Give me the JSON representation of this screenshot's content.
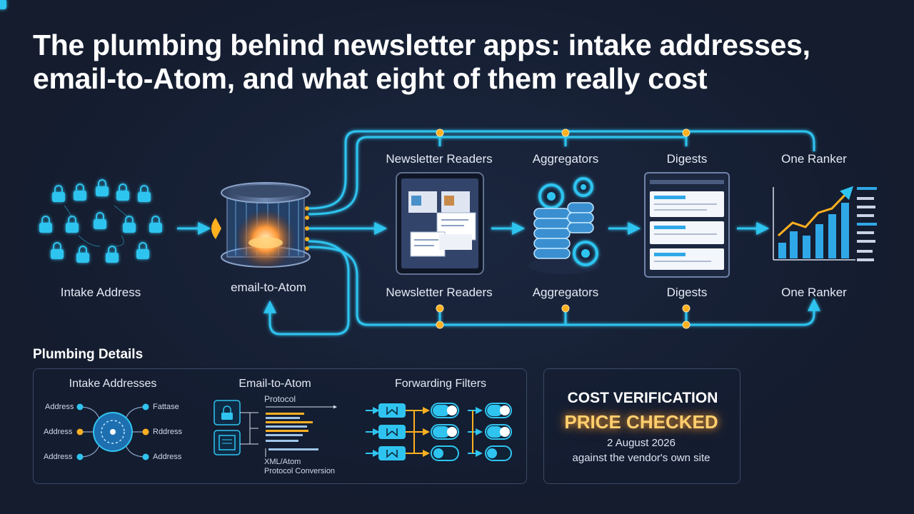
{
  "title": "The plumbing behind newsletter apps: intake addresses, email-to-Atom, and what eight of them really cost",
  "pipeline": {
    "intake_label": "Intake Address",
    "email_to_atom_label": "email-to-Atom",
    "top_labels": [
      "Newsletter Readers",
      "Aggregators",
      "Digests",
      "One Ranker"
    ],
    "bottom_labels": [
      "Newsletter Readers",
      "Aggregators",
      "Digests",
      "One Ranker"
    ]
  },
  "details": {
    "section_title": "Plumbing Details",
    "intake": {
      "title": "Intake Addresses",
      "left_labels": [
        "Address",
        "Address",
        "Address"
      ],
      "right_labels": [
        "Fattase",
        "Rddress",
        "Address"
      ]
    },
    "email_to_atom": {
      "title": "Email-to-Atom",
      "top_caption": "Protocol",
      "bottom_caption_1": "XML/Atom",
      "bottom_caption_2": "Protocol Conversion"
    },
    "filters": {
      "title": "Forwarding Filters"
    }
  },
  "cost": {
    "title": "COST VERIFICATION",
    "badge": "PRICE CHECKED",
    "date": "2 August 2026",
    "note": "against the vendor's own site"
  },
  "colors": {
    "accent_cyan": "#2fc4f0",
    "accent_orange": "#ffb020",
    "background": "#141c2e"
  }
}
